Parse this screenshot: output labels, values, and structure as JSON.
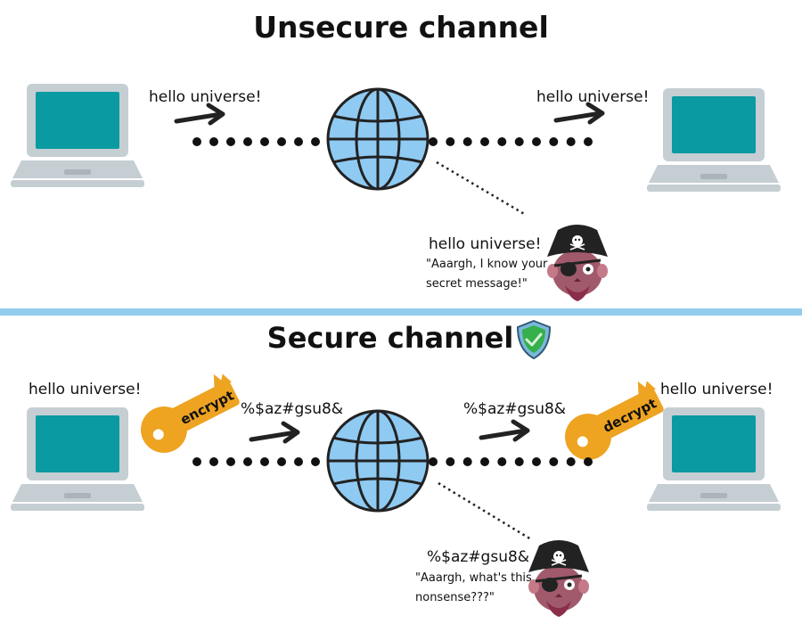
{
  "unsecure": {
    "title": "Unsecure channel",
    "sender_message": "hello universe!",
    "receiver_message": "hello universe!",
    "pirate": {
      "intercepted": "hello universe!",
      "quote_line1": "\"Aaargh, I know your",
      "quote_line2": "secret message!\""
    }
  },
  "secure": {
    "title": "Secure channel",
    "sender_message": "hello universe!",
    "receiver_message": "hello universe!",
    "encrypt_key_label": "encrypt",
    "decrypt_key_label": "decrypt",
    "cipher_left": "%$az#gsu8&",
    "cipher_right": "%$az#gsu8&",
    "pirate": {
      "intercepted": "%$az#gsu8&",
      "quote_line1": "\"Aaargh, what's this",
      "quote_line2": "nonsense???\""
    }
  },
  "colors": {
    "laptop_body": "#c5ced3",
    "laptop_screen": "#0a9aa2",
    "globe_fill": "#8fcaf2",
    "divider": "#93cdee",
    "key": "#eea321",
    "shield": "#7bb8dc",
    "check": "#35b04a",
    "pirate_hat": "#222222",
    "pirate_face": "#a05a6c"
  }
}
